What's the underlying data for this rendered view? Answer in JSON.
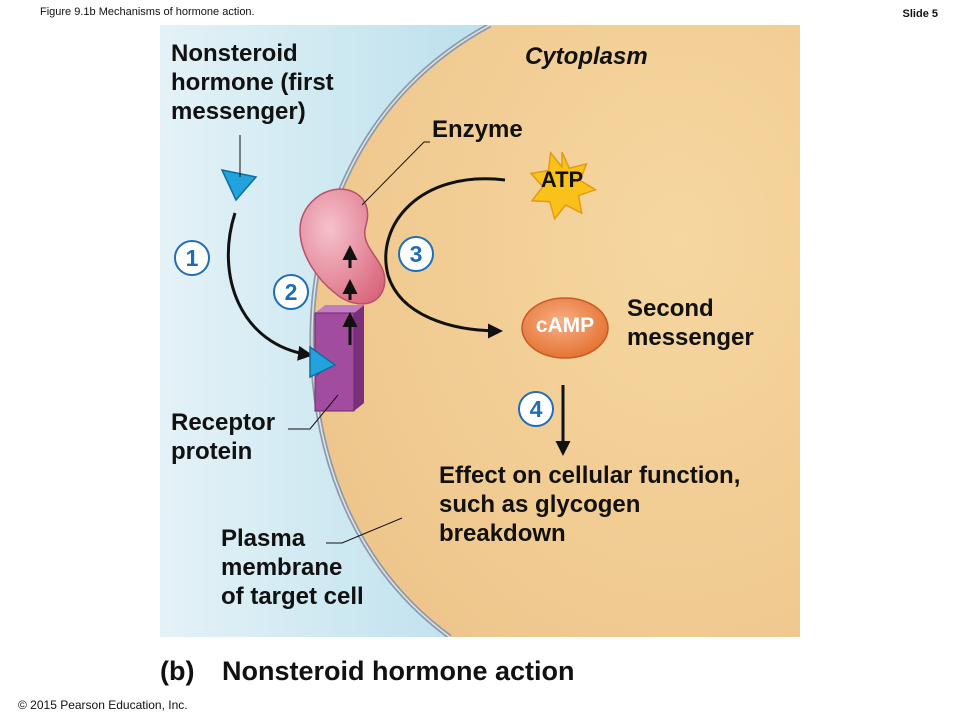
{
  "header": {
    "figure_title": "Figure 9.1b Mechanisms of hormone action.",
    "slide_number": "Slide 5"
  },
  "footer": {
    "copyright": "© 2015 Pearson Education, Inc."
  },
  "diagram": {
    "cytoplasm_label": "Cytoplasm",
    "hormone_label": "Nonsteroid\nhormone (first\nmessenger)",
    "enzyme_label": "Enzyme",
    "atp_label": "ATP",
    "camp_label": "cAMP",
    "second_messenger_label": "Second\nmessenger",
    "receptor_label": "Receptor\nprotein",
    "effect_label": "Effect on cellular function,\nsuch as glycogen\nbreakdown",
    "plasma_label": "Plasma\nmembrane\nof target cell",
    "steps": [
      "1",
      "2",
      "3",
      "4"
    ]
  },
  "caption": {
    "letter": "(b)",
    "title": "Nonsteroid hormone action"
  },
  "colors": {
    "extracellular": "#a9d6e6",
    "cytoplasm": "#f2cf96",
    "membrane": "#8f9aaa",
    "enzyme": "#e8859a",
    "receptor": "#a24c9f",
    "hormone": "#22a3dd",
    "atp_star": "#f9c21a",
    "camp": "#ec8146",
    "step_circle": "#1f6db5"
  }
}
